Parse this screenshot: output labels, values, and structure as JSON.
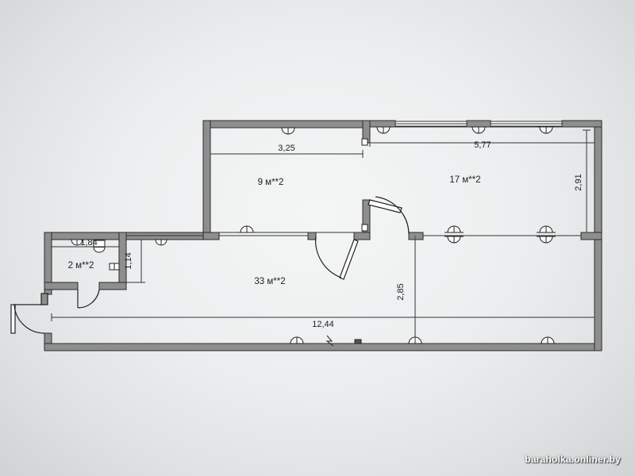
{
  "rooms": {
    "room_small": {
      "area": "2 м**2",
      "width": "1,84",
      "height": "1,14"
    },
    "room_9": {
      "area": "9 м**2",
      "width": "3,25"
    },
    "room_17": {
      "area": "17 м**2",
      "width": "5,77",
      "height": "2,91"
    },
    "room_main": {
      "area": "33 м**2",
      "width": "12,44",
      "depth": "2,85"
    }
  },
  "watermark": "baraholka.onliner.by",
  "colors": {
    "wall_fill": "#8e8e8e",
    "wall_stroke": "#2a2a2a",
    "line": "#333333"
  },
  "icons": [
    "ceiling-lamp-icon",
    "wall-lamp-icon",
    "radiator-icon",
    "door-swing-icon",
    "window-icon",
    "sink-icon",
    "dimension-line-icon"
  ]
}
